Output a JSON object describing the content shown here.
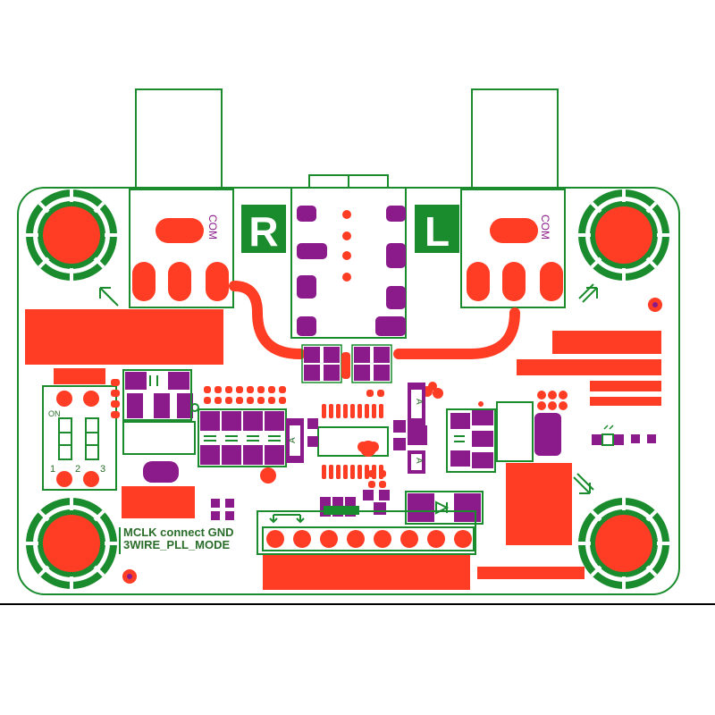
{
  "board": {
    "labels": {
      "channel_right": "R",
      "channel_left": "L",
      "com_left": "COM",
      "com_right": "COM",
      "switch_on": "ON",
      "switch_pos_1": "1",
      "switch_pos_2": "2",
      "switch_pos_3": "3",
      "note_line_1": "MCLK connect GND",
      "note_line_2": "3WIRE_PLL_MODE",
      "polarity_a": "A"
    },
    "colors": {
      "outline": "#1a8c2e",
      "copper_top": "#ff3d24",
      "smd_pad": "#8b1a8b",
      "silk": "#2a6d2a",
      "background": "#ffffff"
    },
    "pin_header": {
      "pin_count": 8
    }
  }
}
